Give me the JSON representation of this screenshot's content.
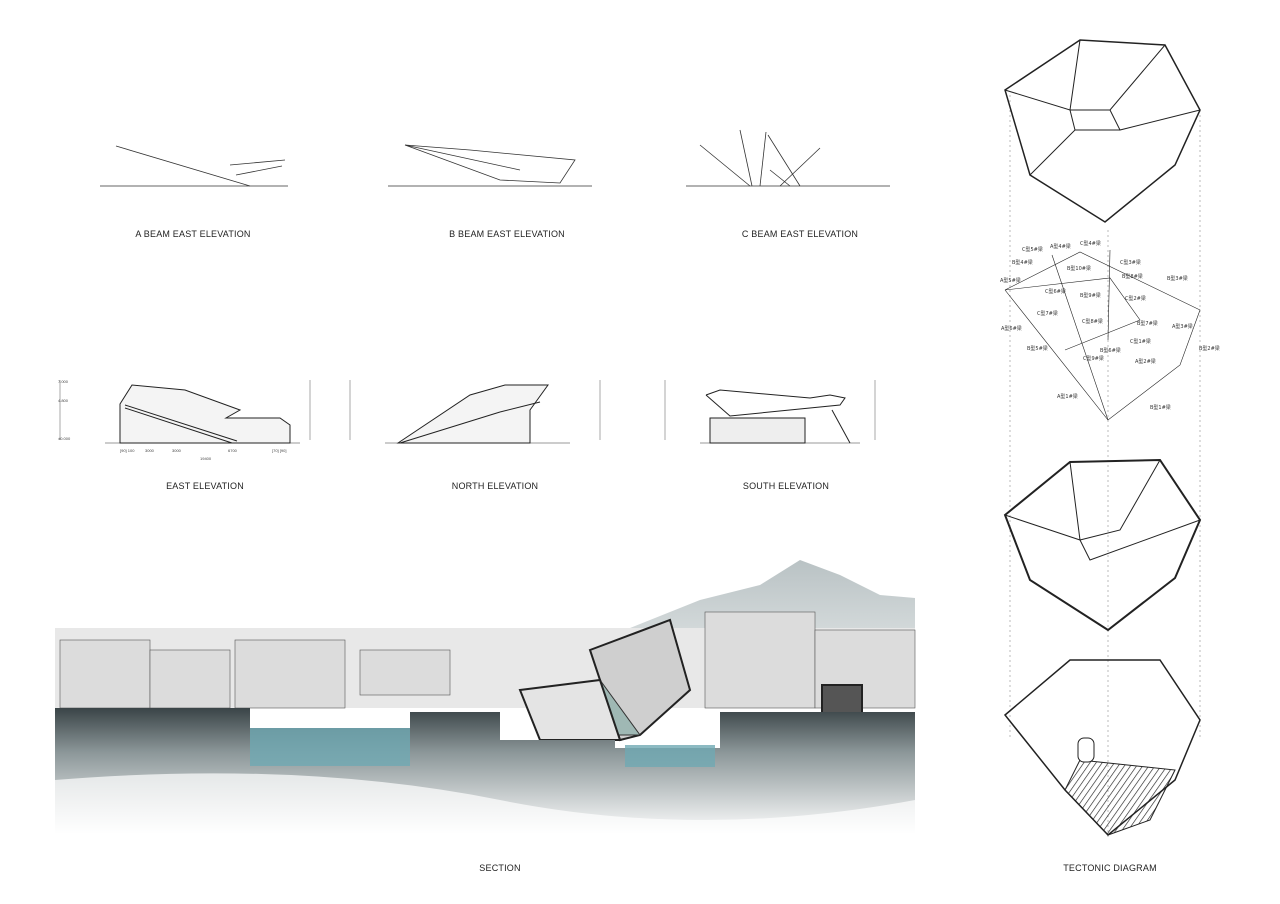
{
  "captions": {
    "a_beam": "A BEAM EAST ELEVATION",
    "b_beam": "B BEAM EAST ELEVATION",
    "c_beam": "C BEAM EAST ELEVATION",
    "east": "EAST ELEVATION",
    "north": "NORTH ELEVATION",
    "south": "SOUTH ELEVATION",
    "section": "SECTION",
    "tectonic": "TECTONIC DIAGRAM"
  },
  "beam_labels": [
    "C型5#梁",
    "A型4#梁",
    "C型4#梁",
    "B型4#梁",
    "B型10#梁",
    "C型3#梁",
    "A型5#梁",
    "B型8#梁",
    "B型3#梁",
    "C型6#梁",
    "B型9#梁",
    "C型2#梁",
    "C型7#梁",
    "C型8#梁",
    "B型7#梁",
    "A型3#梁",
    "A型6#梁",
    "C型1#梁",
    "B型5#梁",
    "B型6#梁",
    "B型2#梁",
    "C型9#梁",
    "A型2#梁",
    "A型1#梁",
    "B型1#梁"
  ],
  "east_dims": {
    "levels": [
      "7.000",
      "4.800",
      "±0.000"
    ],
    "spans": [
      "[90] 100",
      "3000",
      "3000",
      "6700",
      "[70] [90]"
    ],
    "total": "19400"
  },
  "colors": {
    "water": "#6fa9b3",
    "ground": "#1c1c1c",
    "line": "#222222"
  }
}
